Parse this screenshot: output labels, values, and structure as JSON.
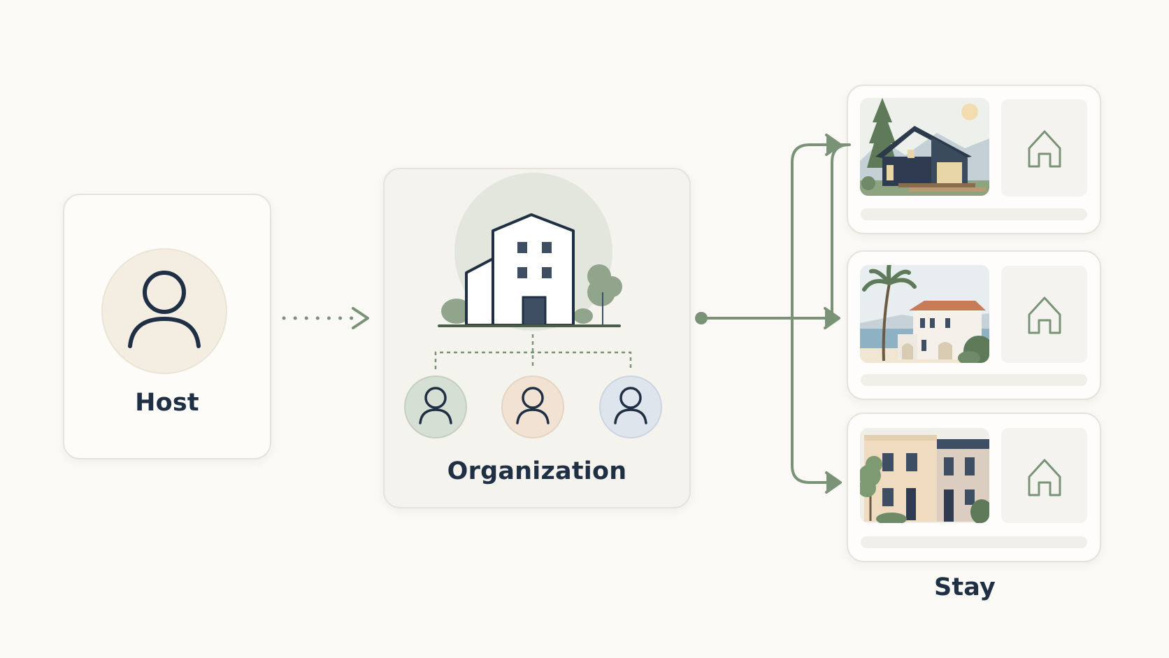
{
  "host": {
    "label": "Host"
  },
  "organization": {
    "label": "Organization",
    "members": 3
  },
  "stays": {
    "label": "Stay",
    "count": 3
  },
  "icons": {
    "host": "user-icon",
    "building": "building-icon",
    "member": "user-icon",
    "stay": "home-icon"
  },
  "colors": {
    "background": "#fbf9f5",
    "connector": "#7a9377",
    "text": "#1f2f44",
    "member_tints": [
      "#d6dfd3",
      "#f1e2d3",
      "#dfe5ec"
    ]
  }
}
